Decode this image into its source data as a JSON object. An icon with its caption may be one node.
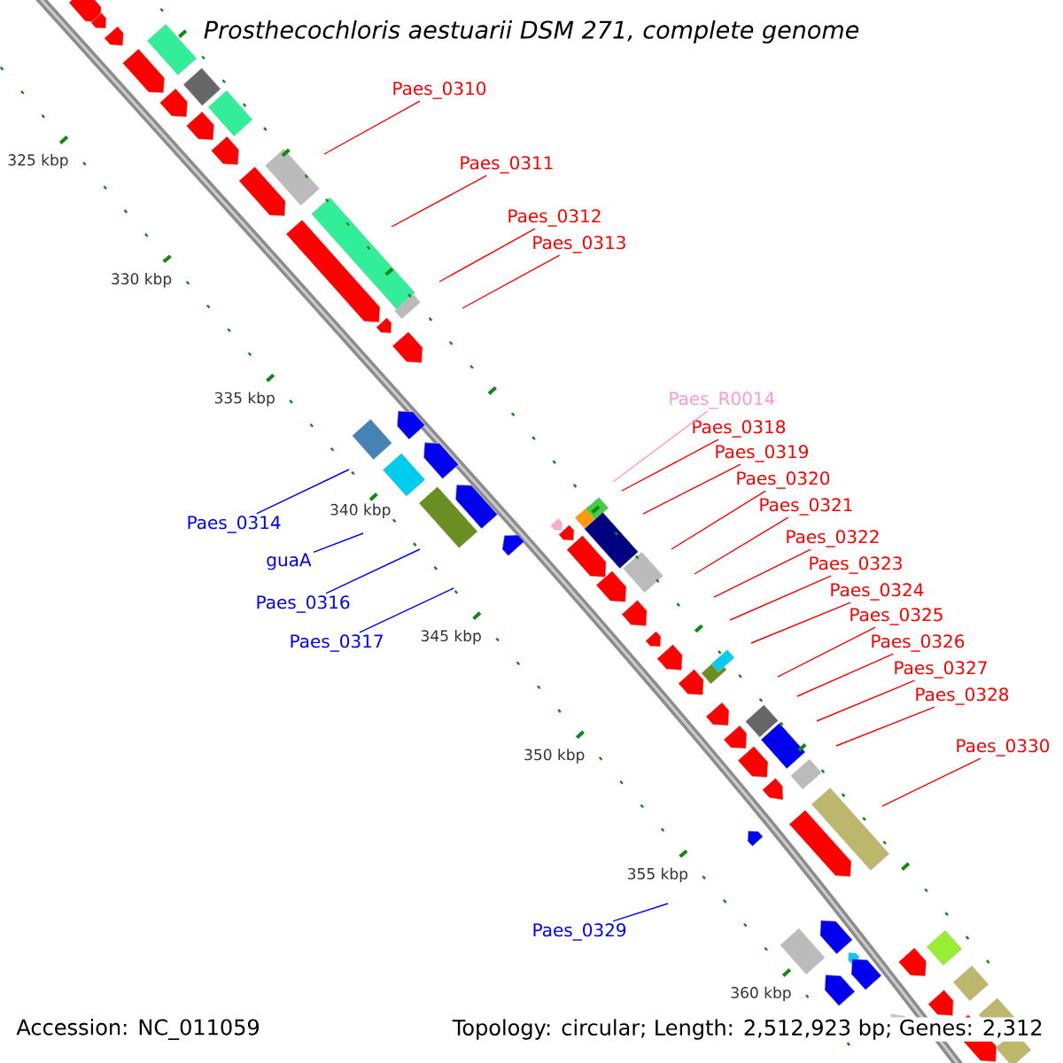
{
  "diagram": {
    "title": "Prosthecochloris aestuarii DSM 271, complete genome",
    "nodes": [
      {
        "text": [
          "Paes_0310"
        ]
      },
      {
        "text": [
          "Paes_0311"
        ]
      },
      {
        "text": [
          "Paes_0312"
        ]
      },
      {
        "text": [
          "Paes_0313"
        ]
      },
      {
        "text": [
          "Paes_R0014"
        ]
      },
      {
        "text": [
          "Paes_0318"
        ]
      },
      {
        "text": [
          "Paes_0319"
        ]
      },
      {
        "text": [
          "Paes_0320"
        ]
      },
      {
        "text": [
          "Paes_0321"
        ]
      },
      {
        "text": [
          "Paes_0314"
        ]
      },
      {
        "text": [
          "Paes_0322"
        ]
      },
      {
        "text": [
          "Paes_0323"
        ]
      },
      {
        "text": [
          "guaA"
        ]
      },
      {
        "text": [
          "Paes_0324"
        ]
      },
      {
        "text": [
          "Paes_0316"
        ]
      },
      {
        "text": [
          "Paes_0325"
        ]
      },
      {
        "text": [
          "Paes_0317"
        ]
      },
      {
        "text": [
          "Paes_0326"
        ]
      },
      {
        "text": [
          "Paes_0327"
        ]
      },
      {
        "text": [
          "Paes_0328"
        ]
      },
      {
        "text": [
          "Paes_0330"
        ]
      },
      {
        "text": [
          "Paes_0329"
        ]
      }
    ],
    "edges": [
      {
        "from": 0,
        "to": null,
        "arrow": "none"
      },
      {
        "from": 1,
        "to": null,
        "arrow": "none"
      },
      {
        "from": 2,
        "to": null,
        "arrow": "none"
      },
      {
        "from": 3,
        "to": null,
        "arrow": "none"
      },
      {
        "from": 4,
        "to": null,
        "arrow": "none",
        "color": "#ff99cc"
      },
      {
        "from": 5,
        "to": null,
        "arrow": "none"
      },
      {
        "from": 6,
        "to": null,
        "arrow": "none"
      },
      {
        "from": 7,
        "to": null,
        "arrow": "none"
      },
      {
        "from": 8,
        "to": null,
        "arrow": "none"
      },
      {
        "from": 9,
        "to": null,
        "arrow": "none",
        "color": "#0000ff"
      },
      {
        "from": 10,
        "to": null,
        "arrow": "none"
      },
      {
        "from": 11,
        "to": null,
        "arrow": "none"
      },
      {
        "from": 12,
        "to": null,
        "arrow": "none",
        "color": "#0000ff"
      },
      {
        "from": 13,
        "to": null,
        "arrow": "none"
      },
      {
        "from": 14,
        "to": null,
        "arrow": "none",
        "color": "#0000ff"
      },
      {
        "from": 15,
        "to": null,
        "arrow": "none"
      },
      {
        "from": 16,
        "to": null,
        "arrow": "none",
        "color": "#0000ff"
      },
      {
        "from": 17,
        "to": null,
        "arrow": "none"
      },
      {
        "from": 18,
        "to": null,
        "arrow": "none"
      },
      {
        "from": 19,
        "to": null,
        "arrow": "none"
      },
      {
        "from": 20,
        "to": null,
        "arrow": "none"
      },
      {
        "from": 21,
        "to": null,
        "arrow": "none",
        "color": "#0000ff"
      }
    ],
    "labels": [
      "325 kbp",
      "330 kbp",
      "335 kbp",
      "340 kbp",
      "345 kbp",
      "350 kbp",
      "355 kbp",
      "360 kbp",
      "Accession: NC_011059",
      "Topology: circular; Length: 2,512,923 bp; Genes: 2,312"
    ]
  }
}
